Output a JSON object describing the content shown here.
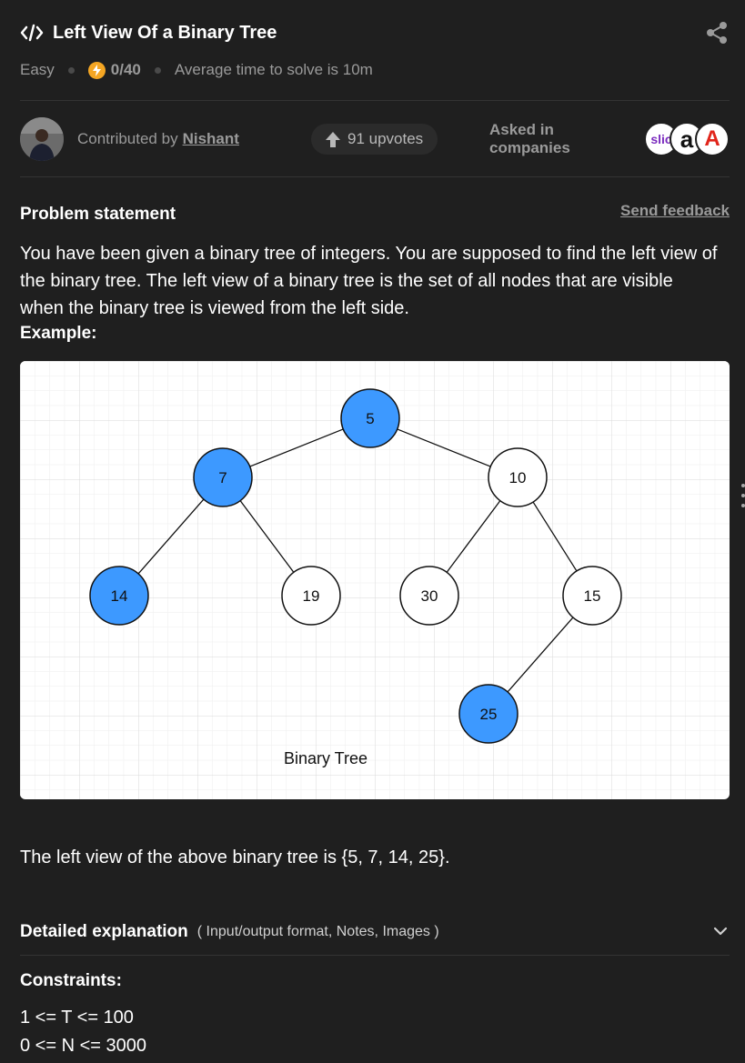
{
  "header": {
    "title": "Left View Of a Binary Tree",
    "difficulty": "Easy",
    "score": "0/40",
    "avg_time": "Average time to solve is 10m"
  },
  "contrib": {
    "prefix": "Contributed by",
    "name": "Nishant",
    "upvotes": "91 upvotes",
    "companies_label": "Asked in companies",
    "company_logos": [
      "slic",
      "a",
      "A"
    ]
  },
  "problem": {
    "heading": "Problem statement",
    "feedback": "Send feedback",
    "statement": "You have been given a binary tree of integers. You are supposed to find the left view of the binary tree. The left view of a binary tree is the set of all nodes that are visible when the binary tree is viewed from the left side.",
    "example_label": "Example:"
  },
  "figure": {
    "caption": "Binary Tree",
    "nodes": [
      {
        "label": "5",
        "highlight": true
      },
      {
        "label": "7",
        "highlight": true
      },
      {
        "label": "10",
        "highlight": false
      },
      {
        "label": "14",
        "highlight": true
      },
      {
        "label": "19",
        "highlight": false
      },
      {
        "label": "30",
        "highlight": false
      },
      {
        "label": "15",
        "highlight": false
      },
      {
        "label": "25",
        "highlight": true
      }
    ],
    "highlight_color": "#3d99ff"
  },
  "answer": "The left view of the above binary tree is  {5, 7, 14, 25}.",
  "detail": {
    "heading": "Detailed explanation",
    "sub": "( Input/output format, Notes, Images )"
  },
  "constraints": {
    "heading": "Constraints:",
    "items": [
      "1 <= T <= 100",
      "0 <= N <= 3000"
    ]
  }
}
